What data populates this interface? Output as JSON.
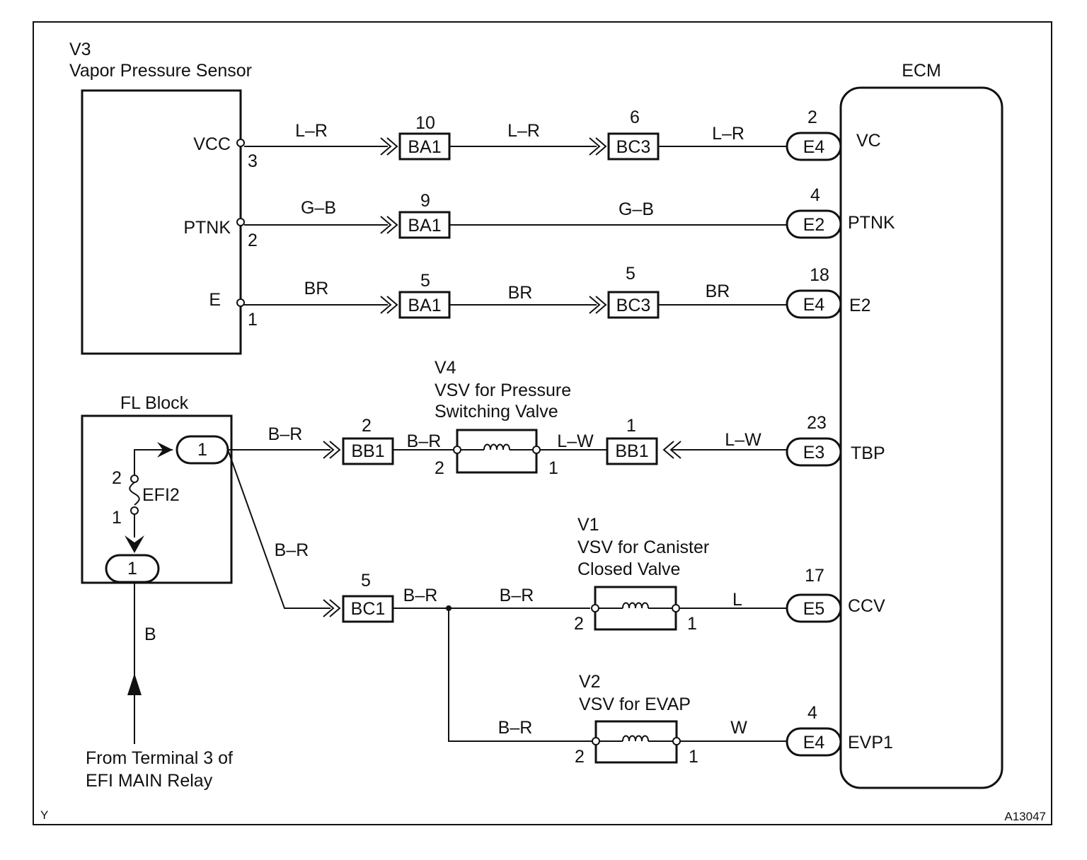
{
  "corner_code": "Y",
  "figure_id": "A13047",
  "sensor": {
    "id": "V3",
    "name": "Vapor Pressure Sensor",
    "pins": [
      {
        "label": "VCC",
        "pin": "3"
      },
      {
        "label": "PTNK",
        "pin": "2"
      },
      {
        "label": "E",
        "pin": "1"
      }
    ]
  },
  "ecm": {
    "title": "ECM",
    "terminals": [
      {
        "name": "VC",
        "connector": "E4",
        "pin": "2"
      },
      {
        "name": "PTNK",
        "connector": "E2",
        "pin": "4"
      },
      {
        "name": "E2",
        "connector": "E4",
        "pin": "18"
      },
      {
        "name": "TBP",
        "connector": "E3",
        "pin": "23"
      },
      {
        "name": "CCV",
        "connector": "E5",
        "pin": "17"
      },
      {
        "name": "EVP1",
        "connector": "E4",
        "pin": "4"
      }
    ]
  },
  "circuits": {
    "vc": {
      "wire1": "L–R",
      "conn1": "BA1",
      "conn1_pin": "10",
      "wire2": "L–R",
      "conn2": "BC3",
      "conn2_pin": "6",
      "wire3": "L–R"
    },
    "ptnk": {
      "wire1": "G–B",
      "conn1": "BA1",
      "conn1_pin": "9",
      "wire2": "G–B"
    },
    "e2": {
      "wire1": "BR",
      "conn1": "BA1",
      "conn1_pin": "5",
      "wire2": "BR",
      "conn2": "BC3",
      "conn2_pin": "5",
      "wire3": "BR"
    }
  },
  "fl_block": {
    "title": "FL Block",
    "out_connector": "1",
    "in_connector": "1",
    "fuse": "EFI2",
    "fuse_pin_top": "2",
    "fuse_pin_bottom": "1",
    "feed_wire": "B",
    "source_line1": "From Terminal 3 of",
    "source_line2": "EFI MAIN Relay"
  },
  "v4": {
    "id": "V4",
    "line1": "VSV for Pressure",
    "line2": "Switching Valve",
    "pin_in": "2",
    "pin_out": "1",
    "wire_in_a": "B–R",
    "conn_a": "BB1",
    "conn_a_pin": "2",
    "wire_in_b": "B–R",
    "wire_out": "L–W",
    "conn_b": "BB1",
    "conn_b_pin": "1",
    "wire_to_ecm": "L–W"
  },
  "bc1": {
    "conn": "BC1",
    "pin": "5",
    "wire_in": "B–R",
    "wire_out": "B–R"
  },
  "v1": {
    "id": "V1",
    "line1": "VSV for Canister",
    "line2": "Closed Valve",
    "pin_in": "2",
    "pin_out": "1",
    "wire_in": "B–R",
    "wire_out": "L"
  },
  "v2": {
    "id": "V2",
    "line1": "VSV for EVAP",
    "pin_in": "2",
    "pin_out": "1",
    "wire_in": "B–R",
    "wire_out": "W"
  }
}
